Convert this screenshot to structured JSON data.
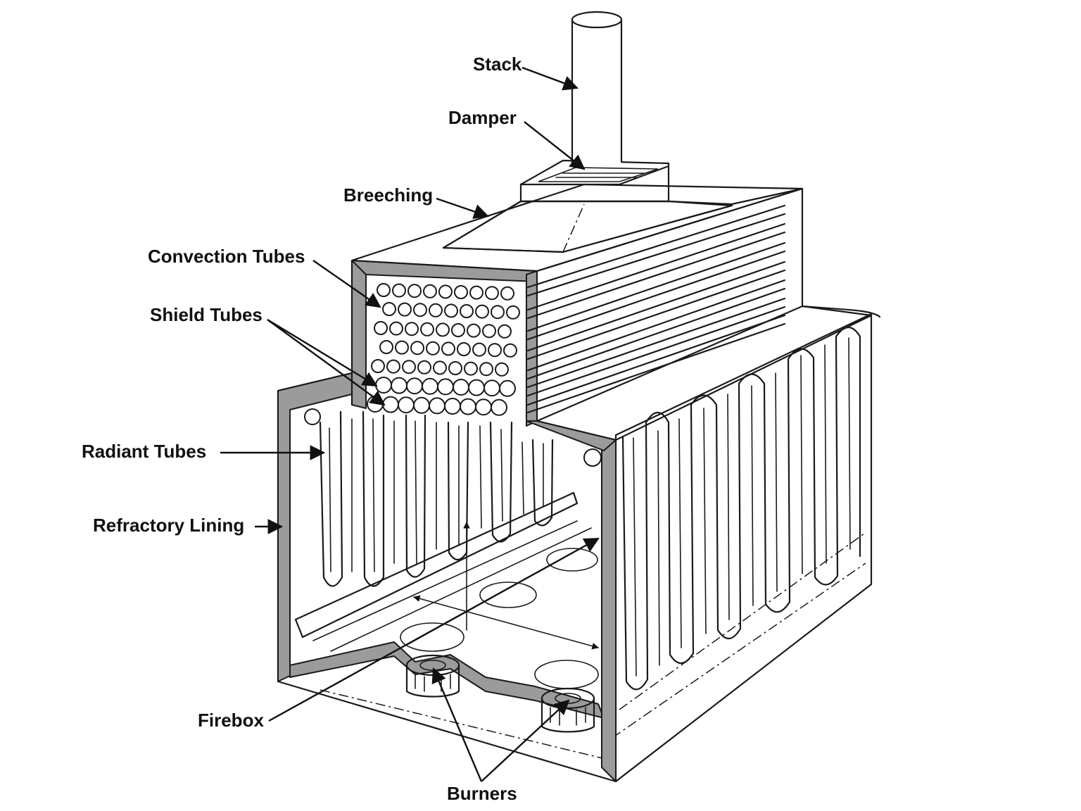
{
  "labels": {
    "stack": "Stack",
    "damper": "Damper",
    "breeching": "Breeching",
    "convection_tubes": "Convection Tubes",
    "shield_tubes": "Shield Tubes",
    "radiant_tubes": "Radiant Tubes",
    "refractory_lining": "Refractory Lining",
    "firebox": "Firebox",
    "burners": "Burners"
  }
}
